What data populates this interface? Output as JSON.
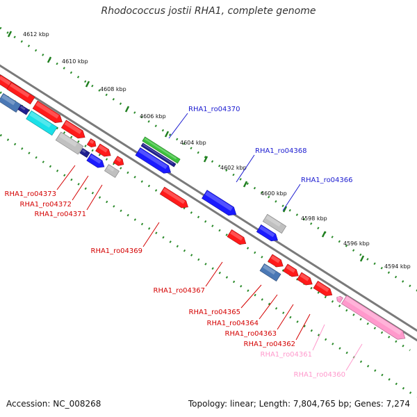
{
  "title": "Rhodococcus jostii RHA1, complete genome",
  "footer": {
    "accession": "Accession: NC_008268",
    "stats": "Topology: linear; Length: 7,804,765 bp; Genes: 7,274"
  },
  "scale_ticks": [
    "4612 kbp",
    "4610 kbp",
    "4608 kbp",
    "4606 kbp",
    "4604 kbp",
    "4602 kbp",
    "4600 kbp",
    "4598 kbp",
    "4596 kbp",
    "4594 kbp"
  ],
  "colors": {
    "red": "#ff1a1a",
    "blue": "#1a1aff",
    "navy": "#1f1f8f",
    "steel": "#4a78b5",
    "cyan": "#1ae0e8",
    "gray": "#c0c0c0",
    "green": "#3cc23c",
    "pink": "#ff99cc",
    "backbone": "#7a7a7a",
    "dots": "#2a8a2a"
  },
  "gene_labels": [
    {
      "text": "RHA1_ro04370",
      "color": "blue"
    },
    {
      "text": "RHA1_ro04368",
      "color": "blue"
    },
    {
      "text": "RHA1_ro04366",
      "color": "blue"
    },
    {
      "text": "RHA1_ro04373",
      "color": "red"
    },
    {
      "text": "RHA1_ro04372",
      "color": "red"
    },
    {
      "text": "RHA1_ro04371",
      "color": "red"
    },
    {
      "text": "RHA1_ro04369",
      "color": "red"
    },
    {
      "text": "RHA1_ro04367",
      "color": "red"
    },
    {
      "text": "RHA1_ro04365",
      "color": "red"
    },
    {
      "text": "RHA1_ro04364",
      "color": "red"
    },
    {
      "text": "RHA1_ro04363",
      "color": "red"
    },
    {
      "text": "RHA1_ro04362",
      "color": "red"
    },
    {
      "text": "RHA1_ro04361",
      "color": "pink"
    },
    {
      "text": "RHA1_ro04360",
      "color": "pink"
    }
  ],
  "gene_features": [
    {
      "color": "red"
    },
    {
      "color": "red"
    },
    {
      "color": "red"
    },
    {
      "color": "red"
    },
    {
      "color": "red"
    },
    {
      "color": "red"
    },
    {
      "color": "red"
    },
    {
      "color": "red"
    },
    {
      "color": "red"
    },
    {
      "color": "red"
    },
    {
      "color": "red"
    },
    {
      "color": "red"
    },
    {
      "color": "red"
    },
    {
      "color": "steel"
    },
    {
      "color": "navy"
    },
    {
      "color": "cyan"
    },
    {
      "color": "gray"
    },
    {
      "color": "navy"
    },
    {
      "color": "blue"
    },
    {
      "color": "gray"
    },
    {
      "color": "green"
    },
    {
      "color": "navy"
    },
    {
      "color": "blue"
    },
    {
      "color": "blue"
    },
    {
      "color": "gray"
    },
    {
      "color": "blue"
    },
    {
      "color": "steel"
    },
    {
      "color": "pink"
    },
    {
      "color": "pink"
    }
  ]
}
